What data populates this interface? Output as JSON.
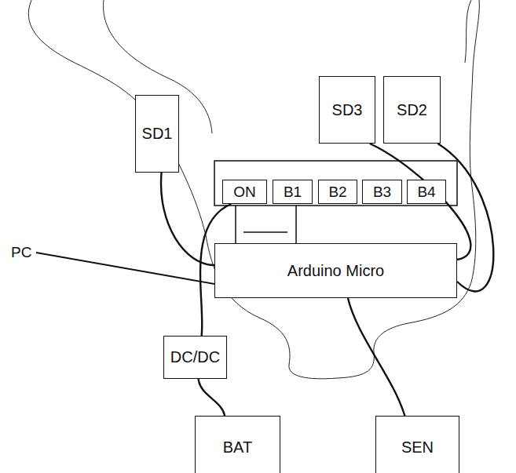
{
  "diagram": {
    "nodes": [
      {
        "text": [
          "SD1"
        ]
      },
      {
        "text": [
          "SD3"
        ]
      },
      {
        "text": [
          "SD2"
        ]
      },
      {
        "text": [
          "ON"
        ]
      },
      {
        "text": [
          "B1"
        ]
      },
      {
        "text": [
          "B2"
        ]
      },
      {
        "text": [
          "B3"
        ]
      },
      {
        "text": [
          "B4"
        ]
      },
      {
        "text": [
          "Arduino Micro"
        ]
      },
      {
        "text": [
          "DC/DC"
        ]
      },
      {
        "text": [
          "BAT"
        ]
      },
      {
        "text": [
          "SEN"
        ]
      }
    ],
    "edges": [
      {
        "from": 0,
        "to": 8,
        "arrow": "none"
      },
      {
        "from": 1,
        "to": 8,
        "arrow": "none"
      },
      {
        "from": 2,
        "to": 8,
        "arrow": "none"
      },
      {
        "from": 3,
        "to": 9,
        "arrow": "none"
      },
      {
        "from": 9,
        "to": 10,
        "arrow": "none"
      },
      {
        "from": 8,
        "to": 11,
        "arrow": "none"
      }
    ],
    "labels": [
      "PC"
    ]
  }
}
